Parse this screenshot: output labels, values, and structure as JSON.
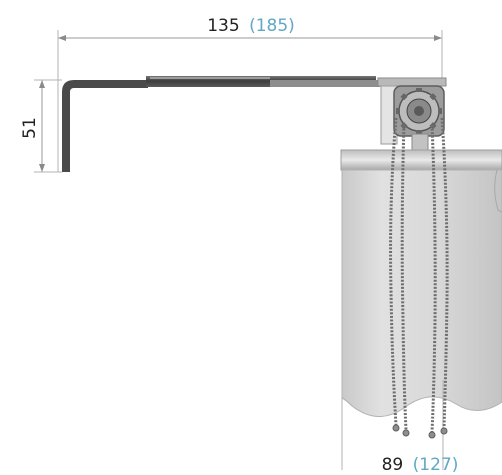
{
  "dimensions": {
    "top": {
      "value": "135",
      "alt": "(185)"
    },
    "left": {
      "value": "51"
    },
    "bottom": {
      "value": "89",
      "alt": "(127)"
    }
  },
  "colors": {
    "dimension_text": "#222222",
    "alternate_text": "#5fa8c6",
    "dimension_line": "#9a9a9a",
    "bracket_dark": "#4a4a4a",
    "bracket_light": "#8d8d8d",
    "fabric": "#dcdcdc",
    "chain": "#6e6e6e"
  }
}
